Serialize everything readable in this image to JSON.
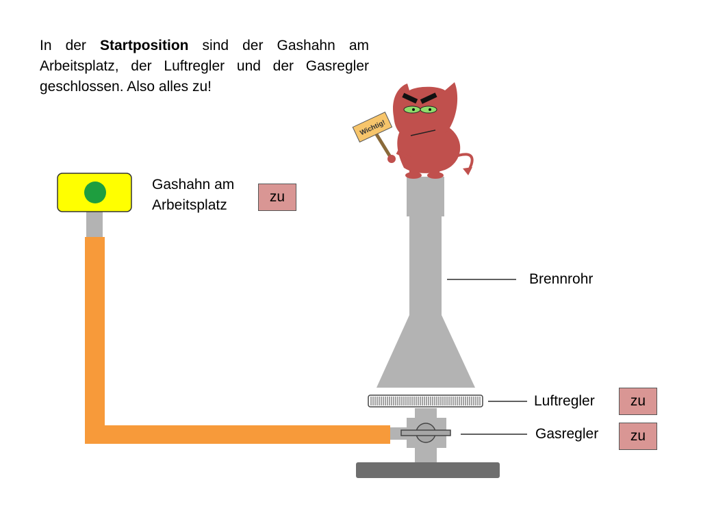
{
  "intro": {
    "part1": "In der ",
    "bold": "Startposition",
    "part2": " sind der Gashahn am Arbeitsplatz, der Luftregler und der Gasregler geschlossen. Also alles zu!"
  },
  "sign": {
    "text": "Wichtig!"
  },
  "labels": {
    "gashahn_line1": "Gashahn am",
    "gashahn_line2": "Arbeitsplatz",
    "brennrohr": "Brennrohr",
    "luftregler": "Luftregler",
    "gasregler": "Gasregler"
  },
  "states": {
    "gashahn": "zu",
    "luftregler": "zu",
    "gasregler": "zu"
  },
  "colors": {
    "hose": "#f79a3a",
    "tap_body": "#ffff00",
    "tap_knob": "#1e9e3f",
    "burner": "#b3b3b3",
    "base": "#6e6e6e",
    "state_box": "#d99694",
    "devil": "#c0504d"
  },
  "icons": [
    "gas-tap-icon",
    "devil-mascot-icon",
    "gas-valve-icon"
  ]
}
